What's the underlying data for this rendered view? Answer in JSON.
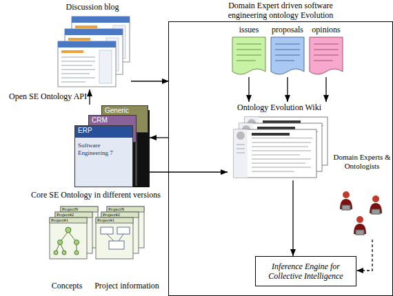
{
  "diagram": {
    "nodes": [
      {
        "text": [
          "Domain Expert driven software engineering ontology Evolution"
        ]
      },
      {
        "text": [
          "issues"
        ],
        "in": 0
      },
      {
        "text": [
          "proposals"
        ],
        "in": 0
      },
      {
        "text": [
          "opinions"
        ],
        "in": 0
      },
      {
        "text": [
          "Ontology Evolution Wiki"
        ],
        "in": 0
      },
      {
        "text": [
          "Domain Experts & Ontologists"
        ],
        "in": 0
      },
      {
        "text": [
          "Inference Engine for Collective Intelligence"
        ],
        "in": 0
      },
      {
        "text": [
          "Discussion blog"
        ]
      },
      {
        "text": [
          "Core SE Ontology in different versions"
        ]
      },
      {
        "text": [
          "Generic"
        ],
        "in": 8
      },
      {
        "text": [
          "CRM"
        ],
        "in": 8
      },
      {
        "text": [
          "ERP",
          "Software Engineering 7"
        ],
        "in": 8
      },
      {
        "text": [
          "Concepts"
        ]
      },
      {
        "text": [
          "Project information"
        ]
      }
    ],
    "edges": [
      {
        "from": 7,
        "to": 0,
        "arrow": "to"
      },
      {
        "from": 8,
        "to": 7,
        "arrow": "to"
      },
      {
        "from": 0,
        "to": 8,
        "arrow": "to"
      },
      {
        "from": 8,
        "to": 4,
        "arrow": "to"
      },
      {
        "from": 1,
        "to": 4,
        "arrow": "to"
      },
      {
        "from": 2,
        "to": 4,
        "arrow": "to"
      },
      {
        "from": 3,
        "to": 4,
        "arrow": "to"
      },
      {
        "from": 4,
        "to": 6,
        "arrow": "to"
      },
      {
        "from": 5,
        "to": 6,
        "arrow": "to"
      }
    ],
    "labels": [
      "Open SE Ontology API",
      "ProjectN",
      "Project#2",
      "Project#1",
      "ProjectN",
      "Project#2",
      "Project#1"
    ]
  }
}
